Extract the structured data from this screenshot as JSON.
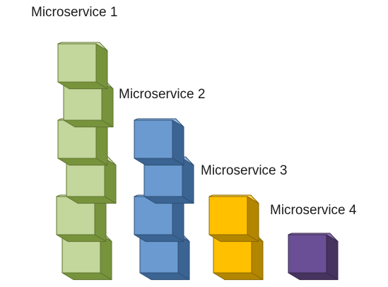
{
  "diagram": {
    "services": [
      {
        "label": "Microservice 1",
        "block_count": 6,
        "front_color": "#c3d69b",
        "top_color": "#d7e4bd",
        "side_color": "#77933c",
        "stroke_color": "#5f7530"
      },
      {
        "label": "Microservice 2",
        "block_count": 4,
        "front_color": "#6a9ad0",
        "top_color": "#95b8e0",
        "side_color": "#3b6493",
        "stroke_color": "#2f4f75"
      },
      {
        "label": "Microservice 3",
        "block_count": 2,
        "front_color": "#ffc000",
        "top_color": "#ffd453",
        "side_color": "#b38600",
        "stroke_color": "#8a6800"
      },
      {
        "label": "Microservice 4",
        "block_count": 1,
        "front_color": "#6b4f96",
        "top_color": "#8e73b4",
        "side_color": "#46335f",
        "stroke_color": "#36274a"
      }
    ]
  }
}
